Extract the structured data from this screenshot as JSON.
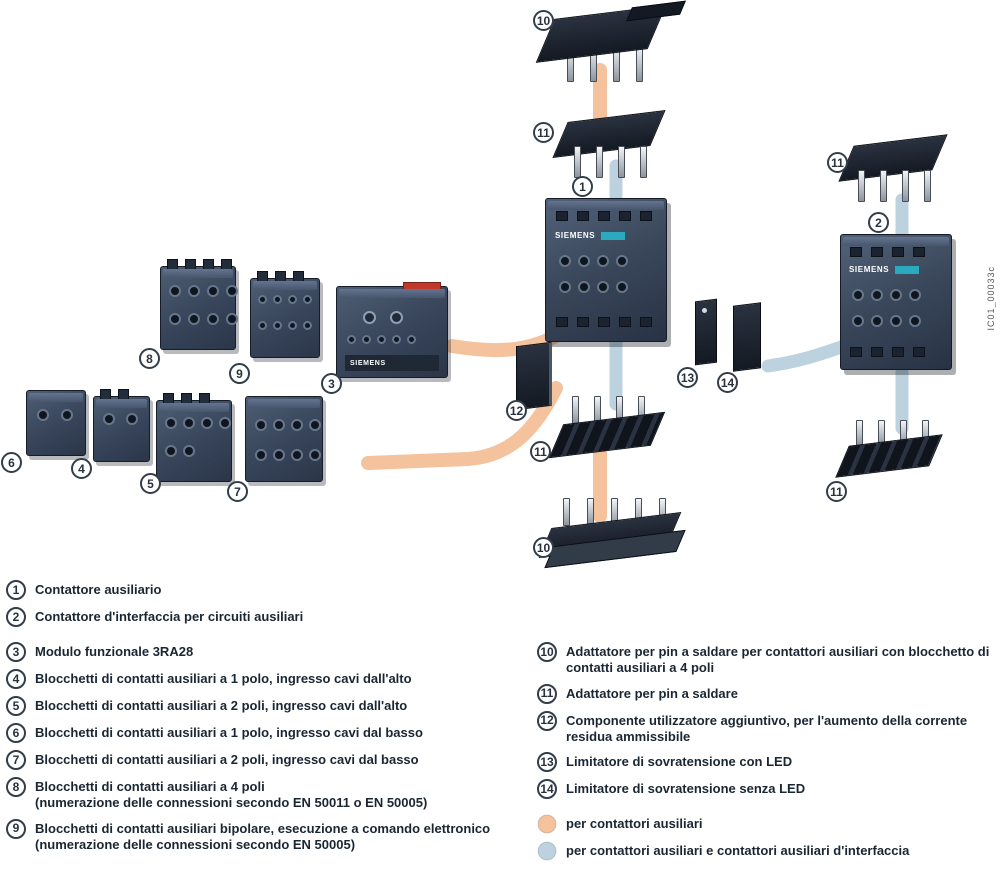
{
  "figure_id": "IC01_00033c",
  "brand": "SIEMENS",
  "colors": {
    "ribbon_aux": "#f4c29c",
    "ribbon_interface": "#bcd2de"
  },
  "callouts": {
    "c1": "1",
    "c2": "2",
    "c3": "3",
    "c4": "4",
    "c5": "5",
    "c6": "6",
    "c7": "7",
    "c8": "8",
    "c9": "9",
    "c10": "10",
    "c11": "11",
    "c12": "12",
    "c13": "13",
    "c14": "14"
  },
  "legend_left": [
    {
      "num": "1",
      "text": "Contattore ausiliario"
    },
    {
      "num": "2",
      "text": "Contattore d'interfaccia per circuiti ausiliari"
    },
    {
      "num": "3",
      "text": "Modulo funzionale 3RA28"
    },
    {
      "num": "4",
      "text": "Blocchetti di contatti ausiliari a 1 polo, ingresso cavi dall'alto"
    },
    {
      "num": "5",
      "text": "Blocchetti di contatti ausiliari a 2 poli, ingresso cavi dall'alto"
    },
    {
      "num": "6",
      "text": "Blocchetti di contatti ausiliari a 1 polo, ingresso cavi dal basso"
    },
    {
      "num": "7",
      "text": "Blocchetti di contatti ausiliari a 2 poli, ingresso cavi dal basso"
    },
    {
      "num": "8",
      "text": "Blocchetti di contatti ausiliari a 4 poli",
      "subtext": "(numerazione delle connessioni secondo EN 50011 o EN 50005)"
    },
    {
      "num": "9",
      "text": "Blocchetti di contatti ausiliari bipolare, esecuzione a comando elettronico",
      "subtext": "(numerazione delle connessioni secondo EN 50005)"
    }
  ],
  "legend_right": [
    {
      "num": "10",
      "text": "Adattatore per pin a saldare per contattori ausiliari con blocchetto di contatti ausiliari a 4 poli"
    },
    {
      "num": "11",
      "text": "Adattatore per pin a saldare"
    },
    {
      "num": "12",
      "text": "Componente utilizzatore aggiuntivo, per l'aumento della corrente residua ammissibile"
    },
    {
      "num": "13",
      "text": "Limitatore di sovratensione con LED"
    },
    {
      "num": "14",
      "text": "Limitatore di sovratensione senza LED"
    }
  ],
  "color_legend": [
    {
      "color": "#f4c29c",
      "text": "per contattori ausiliari"
    },
    {
      "color": "#bcd2de",
      "text": "per contattori ausiliari e contattori ausiliari d'interfaccia"
    }
  ]
}
